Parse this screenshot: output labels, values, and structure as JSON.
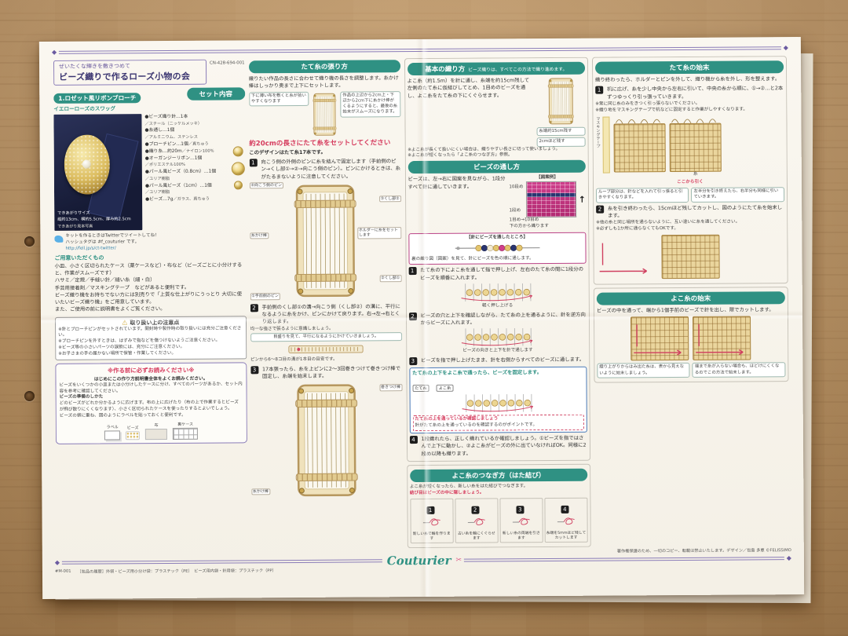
{
  "page": {
    "code": "CN-428-694-001",
    "logo": "Couturier",
    "copyright": "著作権保護のため、一切のコピー、転載は禁止いたします。デザイン／包島 多恵 ©FELISSIMO",
    "footer_code": "#M-001",
    "footer_note": "［包品の履歴］外袋・ビーズ用小分け袋：プラスチック（PE）　ビーズ用内袋・針用袋：プラスチック（PP）"
  },
  "icons": {
    "warning": "⚠",
    "scissors": "✂",
    "ornament": "◆",
    "up": "↑"
  },
  "nums": {
    "n1": "1",
    "n2": "2",
    "n3": "3",
    "n4": "4"
  },
  "intro": {
    "catch": "ぜいたくな輝きを敷きつめて",
    "title": "ビーズ織りで作るローズ小物の会",
    "item_name": "1.ロゼット風リボンブローチ",
    "item_sub": "イエローローズのスワッグ",
    "size_label": "できあがりサイズ",
    "size_value": "縦約13cm、横約5.5cm、厚み約2.5cm",
    "photo_caption": "できあがり見本写真"
  },
  "set": {
    "header": "セット内容",
    "items": [
      {
        "n": "●ビーズ織り針…1本",
        "d": "／スチール（ニッケルメッキ）"
      },
      {
        "n": "●糸通し…1個",
        "d": "／アルミニウム、ステンレス"
      },
      {
        "n": "●ブローチピン…1個",
        "d": "／真ちゅう"
      },
      {
        "n": "●織り糸…約20m",
        "d": "／ナイロン100%"
      },
      {
        "n": "●オーガンジーリボン…1個",
        "d": "／ポリエステル100%"
      },
      {
        "n": "●パール風ビーズ（0.8cm）…1個",
        "d": "／ユリア樹脂"
      },
      {
        "n": "●パール風ビーズ（1cm）…1個",
        "d": "／ユリア樹脂"
      },
      {
        "n": "●ビーズ…7g",
        "d": "／ガラス、真ちゅう"
      }
    ]
  },
  "twitter": {
    "line1": "キットを作るときはTwitterでツイートしてね！",
    "line2": "ハッシュタグは #f_couturier です。",
    "url": "http://fell.jp/s/ct-twitter/"
  },
  "prepare": {
    "header": "ご用意いただくもの",
    "l1": "小皿、小さく区切られたケース（薬ケースなど）・布など（ビーズごとに小分けすると、作業がスムーズです）",
    "l2": "ハサミ／定規／手縫い針／縫い糸（細・白）",
    "l3": "手芸用接着剤／マスキングテープ　などがあると便利です。",
    "l4": "ビーズ織り機をお持ちでない方には別売りで「上質な仕上がりにうっとり 大切に使いたいビーズ織り機」をご用意しています。",
    "l5": "また、ご使用の前に説明書をよくご覧ください。"
  },
  "caution": {
    "header": "取り扱い上の注意点",
    "l1": "※針とブローチピンがセットされています。開封時や製作時の取り扱いには充分ご注意ください。",
    "l2": "※ブローチピンを外すときは、はずみで指などを傷つけないようご注意ください。",
    "l3": "※ビーズ等の小さいパーツの誤飲には、充分にご注意ください。",
    "l4": "※お子さまの手の届かない場所で保管・作業してください。"
  },
  "before": {
    "header": "※作る前に必ずお読みください※",
    "sub": "はじめにこの作り方説明書全体をよくお読みください。",
    "l1": "ビーズをいくつかの小皿または小分けしたケースに分け、すべてのパーツがあるか、セット内容を参考に確認してください。",
    "l2": "ビーズの準備のしかた",
    "l3": "どのビーズがどれか分かるように広げます。布の上に広げたり（布の上で作業するとビーズが飛び散りにくくなります）、小さく区切られたケースを使ったりするとよいでしょう。",
    "l4": "ビーズの袋に重ね、図のようにラベルを貼っておくと便利です。",
    "lab1": "ラベル",
    "lab2": "ビーズ",
    "lab3": "布",
    "lab4": "裏ケース"
  },
  "warp": {
    "header": "たて糸の張り方",
    "intro": "織りたい作品の長さに合わせて織り機の長さを調整します。糸かけ棒はしっかり奥まで上下にセットします。",
    "tip1": "下に薄い布を敷くと糸が拾いやすくなります",
    "tip2": "作品の上辺から2cm上・下辺から2cm下に糸かけ棒がくるようにすると、最後の糸始末がスムーズになります。",
    "red": "約20cmの長さにたて糸をセットしてください",
    "count": "このデザインはたて糸17本です。",
    "s1": "向こう側の外側のピンに糸を結んで固定します（手前側のピン→くし部①→②→向こう側のピン）。ピンにかけるときは、糸がたるまないように注意してください。",
    "s1a": "④向こう側のピン",
    "s1b": "③くし部②",
    "s1c": "ホルダーに糸をセットします",
    "s1d": "①手前側のピン",
    "s1e": "②くし部①",
    "s1f": "糸かけ棒",
    "s2": "手前側のくし部①の溝→向こう側（くし部②）の溝に、平行になるように糸をかけ、ピンにかけて戻ります。右→左→右とくり返します。",
    "s2a": "均一な強さで張るように意識しましょう。",
    "s2b": "目盛りを見て、平行になるようにかけていきましょう。",
    "s2c": "ピンから6〜8コ目の溝が1本目の目安です。",
    "s3": "17本張ったら、糸を上ピンに2〜3回巻きつけて巻きつけ棒で固定し、糸端を始末します。",
    "s3a": "巻きつけ棒",
    "s3b": "糸かけ棒"
  },
  "weave": {
    "header": "基本の織り方",
    "sub": "ビーズ織りは、すべてこの方法で織り進めます。",
    "intro": "よこ糸（約1.5m）を針に通し、糸端を約15cm残して左側のたて糸に仮結びしてとめ、1目めのビーズを通し、よこ糸をたて糸の下にくぐらせます。",
    "n1": "※よこ糸が長くて扱いにくい場合は、織りやすい長さに切って使いましょう。",
    "n2": "※よこ糸が短くなったら「よこ糸のつなぎ方」参照。",
    "d1": "糸端約15cm残す",
    "d2": "2cmほど残す",
    "th_header": "ビーズの通し方",
    "th_intro": "ビーズは、左→右に図案を見ながら、1段分すべて針に通していきます。",
    "zuan": "【図案例】",
    "zdir": "下の方から織ります",
    "z1": "1段め",
    "z10": "10段め",
    "zc": "1目め→10目め",
    "nb": "【針にビーズを通したところ】",
    "nbn": "裏の織り図（図案）を見て、針にビーズを色の順に通します。",
    "join_header": "よこ糸のつなぎ方（はた結び）",
    "join_sub": "よこ糸が短くなったら、新しい糸をはた結びでつなぎます。",
    "join_note": "結び目はビーズの中に隠しましょう。",
    "j1": "新しい糸で輪を作ります",
    "j2": "古い糸を輪にくぐらせます",
    "j3": "新しい糸の両端を引きます",
    "j4": "糸端を5mmほど残してカットします",
    "s1": "たて糸の下によこ糸を通して指で押し上げ、左右のたて糸の間に1段分のビーズを順番に入れます。",
    "s1a": "軽く押し上げる",
    "s2": "ビーズの穴と上下を確認しながら、たて糸の上を通るように、針を逆方向からビーズに入れます。",
    "s2a": "ビーズの向きと上下を針で通します",
    "s3": "ビーズを指で押し上げたまま、針を右側からすべてのビーズに通します。",
    "fix": "たて糸の上下をよこ糸で通ったら、ビーズを固定します。",
    "fx1": "たて糸",
    "fx2": "よこ糸",
    "chk": "たて糸の上を通っているか確認しましょう",
    "chkn": "針がたて糸の上を通っているのを確認するのがポイントです。",
    "s4": "1段織れたら、正しく織れているか確認しましょう。①ビーズを指ではさんで上下に動かし、②よこ糸がビーズの外に出ていなければOK。同様に2段め以降も織ります。"
  },
  "fwarp": {
    "header": "たて糸の始末",
    "intro": "織り終わったら、ホルダーとピンを外して、織り機から糸を外し、形を整えます。",
    "s1": "机に広げ、糸を少し中央から左右に引いて、中央の糸から順に、①→②…と2本ずつゆっくり引っ張っていきます。",
    "n1": "※常に同じ糸のみをきつく引っ張らないでください。",
    "n2": "※織り地をマスキングテープで机などに固定すると作業がしやすくなります。",
    "tape": "マスキングテープ",
    "loop": "ループ部分は、針などを入れて引っ張ると引きやすくなります。",
    "half": "左半分を引き終えたら、右半分も同様に引いていきます。",
    "thread": "糸",
    "pull": "ここから引く",
    "s2": "糸を引き終わったら、15cmほど残してカットし、図のようにたて糸を始末します。",
    "n3": "※他の糸と同じ場所を通らないように、互い違いに糸を通してください。",
    "n4": "※必ずしも1か所に通らなくてもOKです。"
  },
  "fweft": {
    "header": "よこ糸の始末",
    "intro": "ビーズの中を通って、端から1個手前のビーズで針を出し、際でカットします。",
    "n1": "織り上がりからはみ出た糸は、表から見えないように始末しましょう。",
    "n2": "端まで糸が入らない場合も、ほどけにくくなるのでこの方法で始末します。"
  }
}
